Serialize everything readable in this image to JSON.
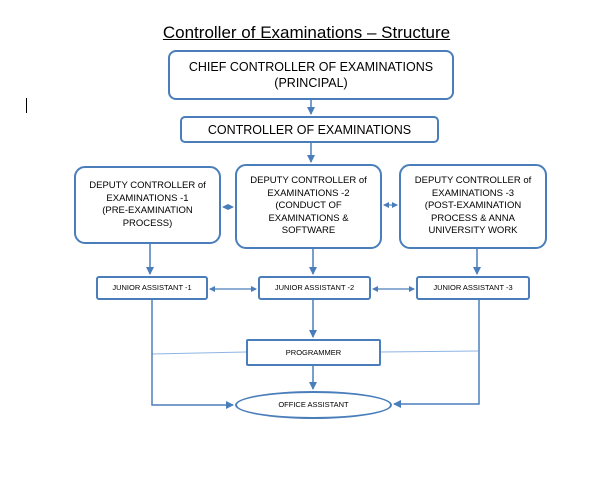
{
  "title": "Controller of Examinations – Structure",
  "nodes": {
    "chief_controller": "CHIEF CONTROLLER OF EXAMINATIONS\n(PRINCIPAL)",
    "controller": "CONTROLLER OF EXAMINATIONS",
    "deputy_1": "DEPUTY CONTROLLER of\nEXAMINATIONS -1\n(PRE-EXAMINATION\nPROCESS)",
    "deputy_2": "DEPUTY CONTROLLER of\nEXAMINATIONS -2\n(CONDUCT OF\nEXAMINATIONS &\nSOFTWARE",
    "deputy_3": "DEPUTY CONTROLLER of\nEXAMINATIONS -3\n(POST-EXAMINATION\nPROCESS & ANNA\nUNIVERSITY WORK",
    "junior_1": "JUNIOR ASSISTANT -1",
    "junior_2": "JUNIOR ASSISTANT -2",
    "junior_3": "JUNIOR ASSISTANT -3",
    "programmer": "PROGRAMMER",
    "office_assistant": "OFFICE ASSISTANT"
  },
  "colors": {
    "border": "#4a7ebb",
    "line": "#4a7ebb",
    "thin_line": "#8eb4e3"
  }
}
